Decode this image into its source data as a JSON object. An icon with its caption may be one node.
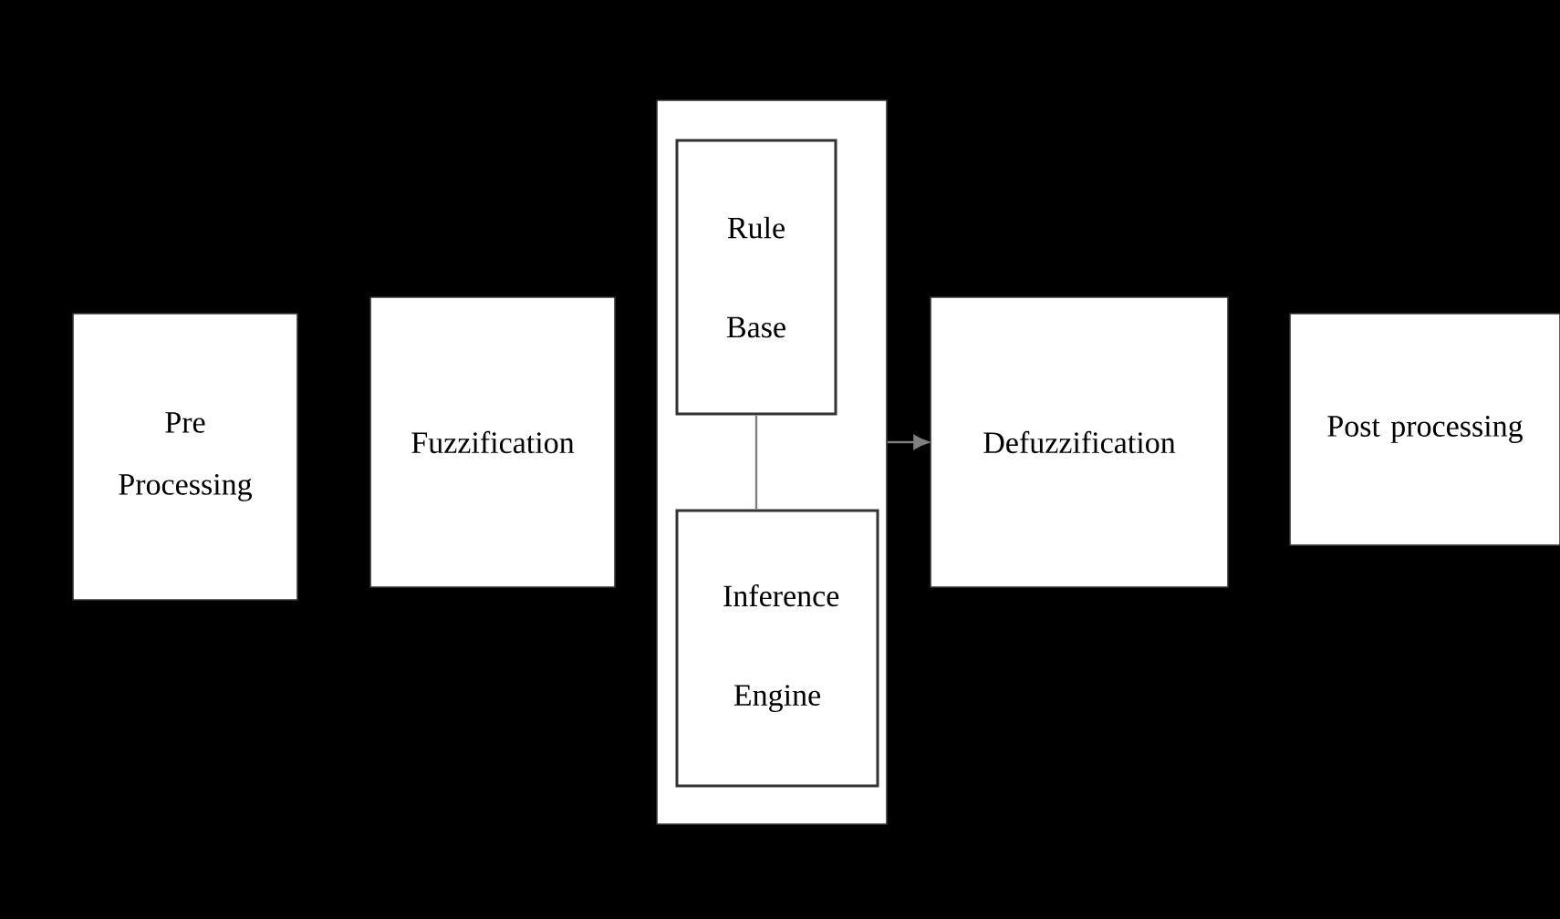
{
  "diagram": {
    "nodes": [
      {
        "text": [
          "Pre Processing"
        ]
      },
      {
        "text": [
          "Fuzzification"
        ]
      },
      {
        "text": [],
        "shape": "box"
      },
      {
        "text": [
          "Rule Base"
        ],
        "in": 2
      },
      {
        "text": [
          "Inference Engine"
        ],
        "in": 2
      },
      {
        "text": [
          "Defuzzification"
        ]
      },
      {
        "text": [
          "Post processing"
        ]
      }
    ],
    "edges": [
      {
        "from": 2,
        "to": 5,
        "arrow": "to"
      },
      {
        "from": 3,
        "to": 4,
        "arrow": "none"
      }
    ]
  }
}
